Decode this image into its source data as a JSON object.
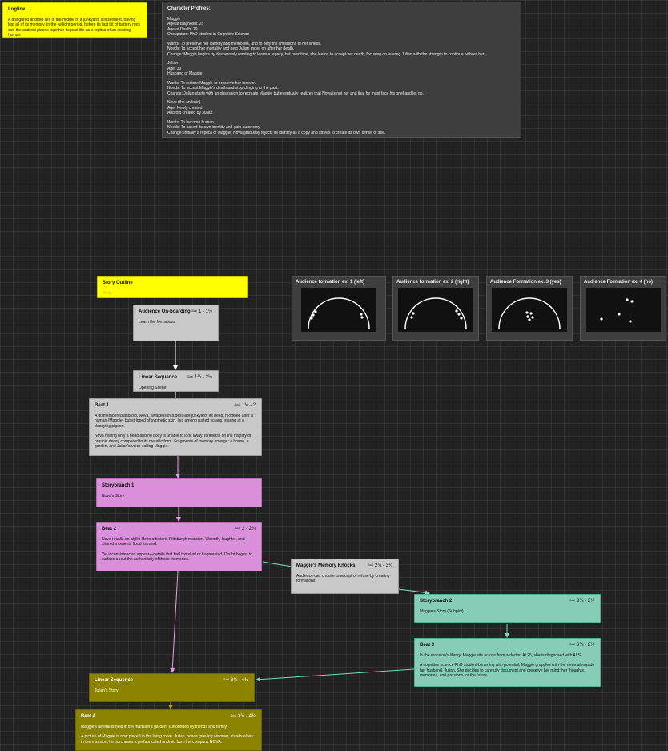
{
  "logline": {
    "title": "Logline:",
    "text": "A disfigured android lies in the middle of a junkyard, still sentient, having lost all of its memory. In the twilight period, before its last bit of battery runs out, the android pieces together its past life as a replica of an existing human."
  },
  "profiles": {
    "title": "Character Profiles:",
    "blocks": [
      [
        "Maggie",
        "Age at diagnosis: 25",
        "Age at Death: 29",
        "Occupation: PhD student in Cognitive Science"
      ],
      [
        "Wants: To preserve her identity and memories, and to defy the limitations of her illness.",
        "Needs: To accept her mortality and help Julian move on after her death.",
        "Change: Maggie begins by desperately wanting to leave a legacy, but over time, she learns to accept her death, focusing on leaving Julian with the strength to continue without her."
      ],
      [
        "Julian",
        "Age: 30",
        "Husband of Maggie"
      ],
      [
        "Wants: To restore Maggie or preserve her forever.",
        "Needs: To accept Maggie's death and stop clinging to the past.",
        "Change: Julian starts with an obsession to recreate Maggie but eventually realizes that Nova is not her and that he must face his grief and let go."
      ],
      [
        "Nova (the android)",
        "Age: Newly created",
        "Android created by Julian"
      ],
      [
        "Wants: To become human",
        "Needs: To assert its own identity and gain autonomy.",
        "Change: Initially a replica of Maggie, Nova gradually rejects its identity as a copy and strives to create its own sense of self."
      ]
    ]
  },
  "outline": {
    "title": "Story Outline",
    "subtitle": "Body"
  },
  "goal_label": "Goal",
  "onboarding": {
    "title": "Audience On-boarding",
    "goal": "1 - 1½",
    "body": [
      "Learn the formations"
    ]
  },
  "linear1": {
    "title": "Linear Sequence",
    "goal": "1½ - 2½",
    "body": [
      "Opening Scene"
    ]
  },
  "beat1": {
    "title": "Beat 1",
    "goal": "1½ - 2",
    "body": [
      "A dismembered android, Nova, awakens in a desolate junkyard. Its head, modeled after a human (Maggie) but stripped of synthetic skin, lies among rusted scraps, staring at a decaying pigeon.",
      "Nova having only a head and no body is unable to look away. It reflects on the fragility of organic decay compared to its metallic form. Fragments of memory emerge: a house, a garden, and Julian's voice calling Maggie."
    ]
  },
  "branch1": {
    "title": "Storybranch 1",
    "body": [
      "Nova's Story"
    ]
  },
  "beat2": {
    "title": "Beat 2",
    "goal": "2 - 2¾",
    "body": [
      "Nova recalls an idyllic life in a historic Pittsburgh mansion. Warmth, laughter, and shared moments flood its mind.",
      "Yet inconsistencies appear—details that feel too vivid or fragmented. Doubt begins to surface about the authenticity of these memories."
    ]
  },
  "knocks": {
    "title": "Maggie's Memory Knocks",
    "goal": "2¾ - 3¾",
    "body": [
      "Audience can choose to accept or refuse by creating formations"
    ]
  },
  "branch2": {
    "title": "Storybranch 2",
    "goal": "3¾ - 2¾",
    "body": [
      "Maggie's Story (Subplot)"
    ]
  },
  "beat3": {
    "title": "Beat 3",
    "goal": "3¾ - 2¾",
    "body": [
      "In the mansion's library, Maggie sits across from a doctor. At 25, she is diagnosed with ALS.",
      "A cognitive science PhD student brimming with potential, Maggie grapples with the news alongside her husband, Julian. She decides to carefully document and preserve her mind: her thoughts, memories, and passions for the future."
    ]
  },
  "linear2": {
    "title": "Linear Sequence",
    "goal": "3¾ - 4¾",
    "body": [
      "Julian's Story"
    ]
  },
  "beat4": {
    "title": "Beat 4",
    "goal": "3¾ - 4¾",
    "body": [
      "Maggie's funeral is held in the mansion's garden, surrounded by friends and family.",
      "A picture of Maggie is now placed in the living room. Julian, now a grieving widower, stands alone in the mansion, he purchases a prefabricated android from the company NOVA."
    ]
  },
  "formations": [
    {
      "title": "Audience formation ex. 1 (left)"
    },
    {
      "title": "Audience formation ex. 2 (right)"
    },
    {
      "title": "Audience Formation ex. 3 (yes)"
    },
    {
      "title": "Audience Formation ex. 4 (no)"
    }
  ],
  "colors": {
    "gray": "#c8c8c8",
    "pink": "#d98fd9",
    "teal": "#87ccb7",
    "olive": "#8c8400",
    "yellow": "#ffff00",
    "dark": "#3e3e3e",
    "wire_white": "#ffffff",
    "wire_pink": "#e79be7",
    "wire_teal": "#7fd6c0",
    "wire_olive": "#b9b000"
  }
}
